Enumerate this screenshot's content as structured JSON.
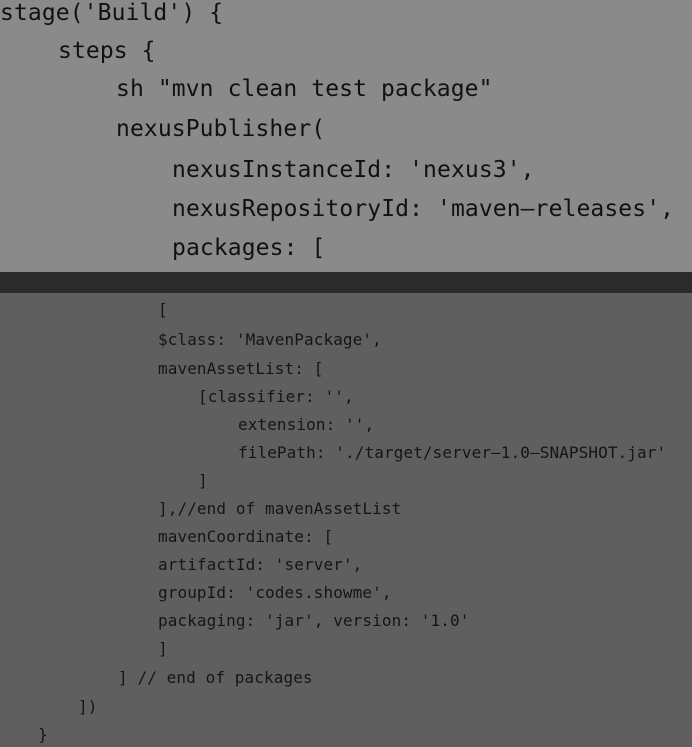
{
  "top_code": {
    "lines": [
      "stage('Build') {",
      "steps {",
      "sh \"mvn clean test package\"",
      "nexusPublisher(",
      "nexusInstanceId: 'nexus3',",
      "nexusRepositoryId: 'maven—releases',",
      "packages: ["
    ]
  },
  "bottom_code": {
    "lines": [
      "[",
      "$class: 'MavenPackage',",
      "mavenAssetList: [",
      "[classifier: '',",
      "extension: '',",
      "filePath: './target/server—1.0—SNAPSHOT.jar'",
      "]",
      "],//end of mavenAssetList",
      "mavenCoordinate: [",
      "artifactId: 'server',",
      "groupId: 'codes.showme',",
      "packaging: 'jar', version: '1.0'",
      "]",
      "] // end of packages",
      "])",
      "}"
    ]
  }
}
